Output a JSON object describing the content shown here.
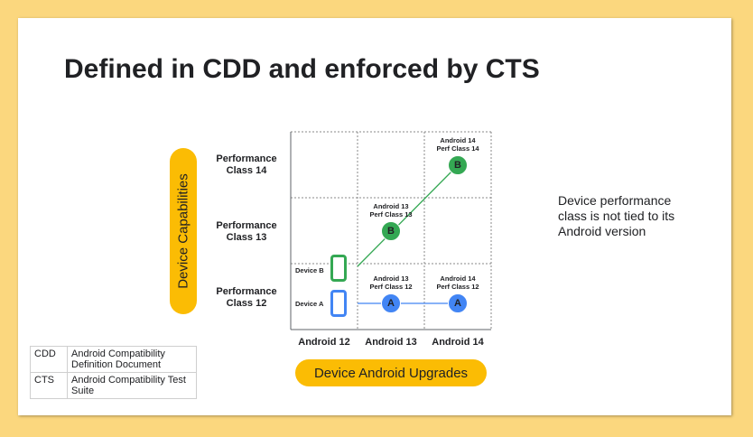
{
  "title": "Defined in CDD and enforced by CTS",
  "y_axis_label": "Device Capabilities",
  "x_axis_label": "Device Android Upgrades",
  "rows": [
    "Performance Class 14",
    "Performance Class 13",
    "Performance Class 12"
  ],
  "columns": [
    "Android 12",
    "Android 13",
    "Android 14"
  ],
  "devices": [
    "Device B",
    "Device A"
  ],
  "cells": {
    "b14": {
      "line1": "Android 14",
      "line2": "Perf Class 14",
      "node": "B"
    },
    "b13": {
      "line1": "Android 13",
      "line2": "Perf Class 13",
      "node": "B"
    },
    "a13": {
      "line1": "Android 13",
      "line2": "Perf Class 12",
      "node": "A"
    },
    "a14": {
      "line1": "Android 14",
      "line2": "Perf Class 12",
      "node": "A"
    }
  },
  "note": "Device performance class is not tied to its Android version",
  "legend": [
    {
      "abbr": "CDD",
      "definition": "Android Compatibility Definition Document"
    },
    {
      "abbr": "CTS",
      "definition": "Android Compatibility Test Suite"
    }
  ],
  "colors": {
    "green": "#34a853",
    "blue": "#4285f4",
    "yellow": "#fbbc04",
    "background": "#fbd77e"
  }
}
